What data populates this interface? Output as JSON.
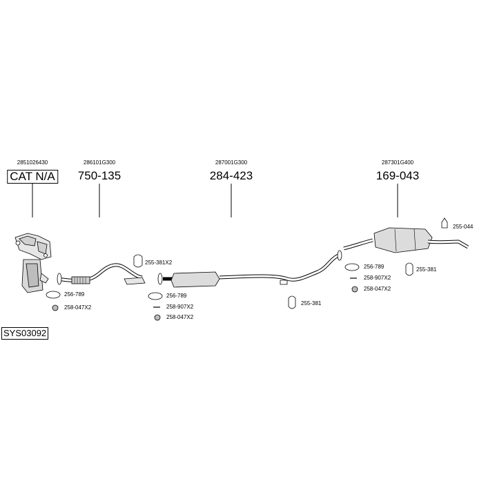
{
  "main_parts": [
    {
      "oem": "2851026430",
      "number": "CAT N/A"
    },
    {
      "oem": "286101G300",
      "number": "750-135"
    },
    {
      "oem": "287001G300",
      "number": "284-423"
    },
    {
      "oem": "287301G400",
      "number": "169-043"
    }
  ],
  "small_parts": {
    "cat_gasket": "256-789",
    "cat_nut": "258-047X2",
    "front_hanger": "255-381X2",
    "front_gasket": "256-789",
    "front_bolt": "258-907X2",
    "front_nut": "258-047X2",
    "mid_hanger": "255-381",
    "rear_gasket": "256-789",
    "rear_bolt": "258-907X2",
    "rear_nut": "258-047X2",
    "rear_hanger": "255-381",
    "tail_hanger": "255-044"
  },
  "system_code": "SYS03092"
}
